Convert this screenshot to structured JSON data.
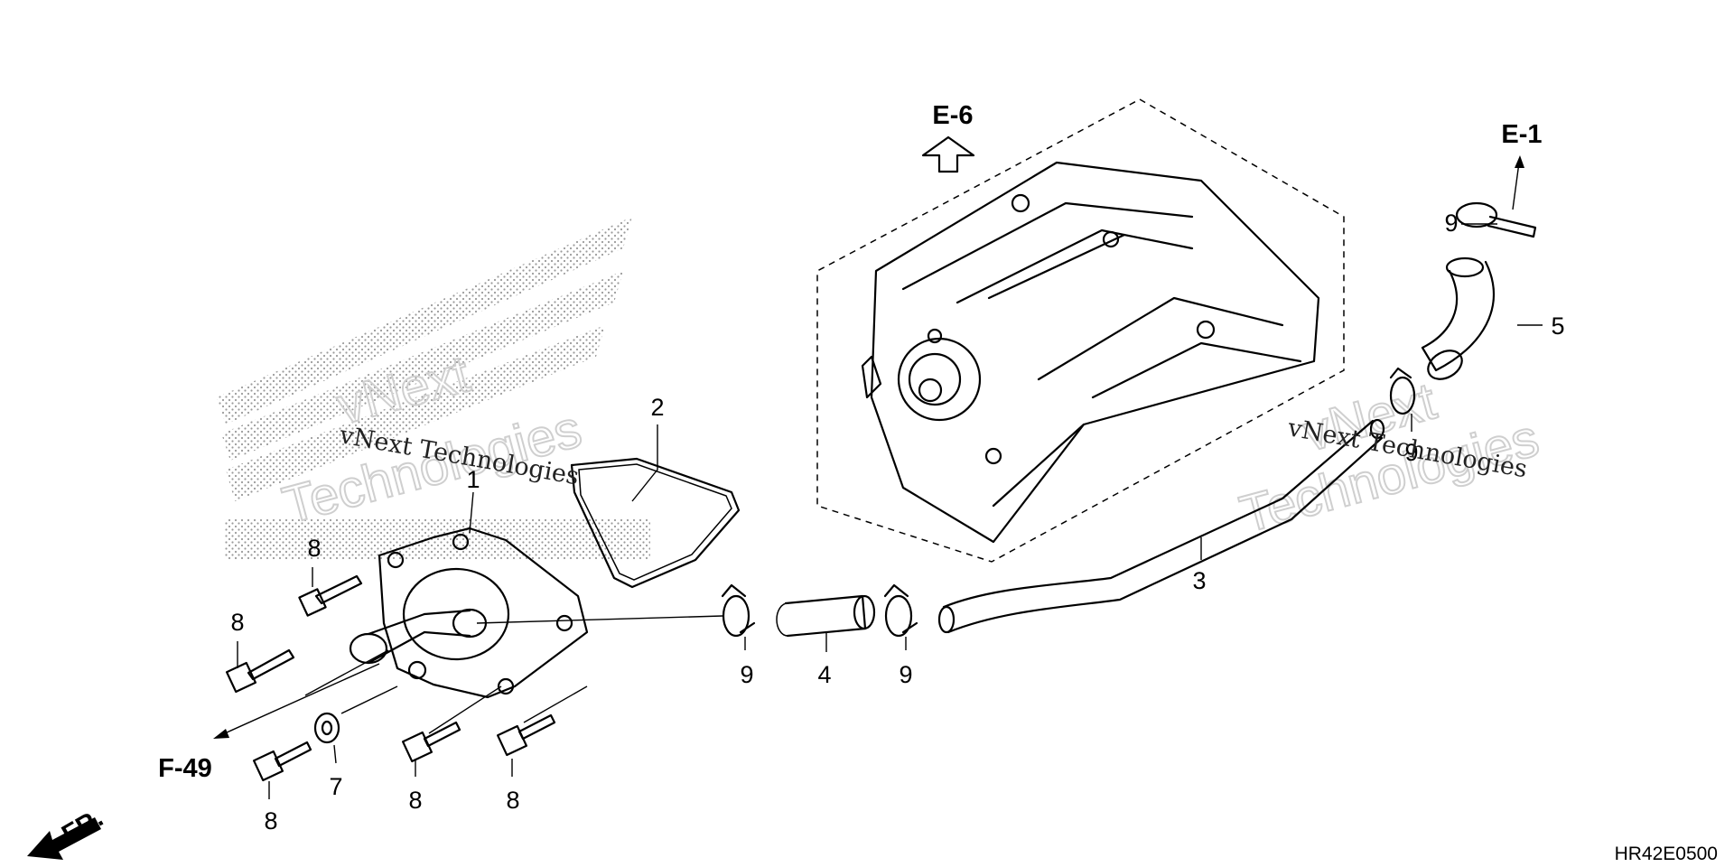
{
  "refs": {
    "e6": "E-6",
    "e1": "E-1",
    "f49": "F-49",
    "fr": "FR."
  },
  "callouts": {
    "c1": "1",
    "c2": "2",
    "c3": "3",
    "c4": "4",
    "c5": "5",
    "c7": "7",
    "c8a": "8",
    "c8b": "8",
    "c8c": "8",
    "c8d": "8",
    "c8e": "8",
    "c9a": "9",
    "c9b": "9",
    "c9c": "9",
    "c9d": "9"
  },
  "watermark": {
    "small": "vNext Technologies",
    "big_top": "vNext",
    "big_bottom": "Technologies"
  },
  "diagram_code": "HR42E0500"
}
